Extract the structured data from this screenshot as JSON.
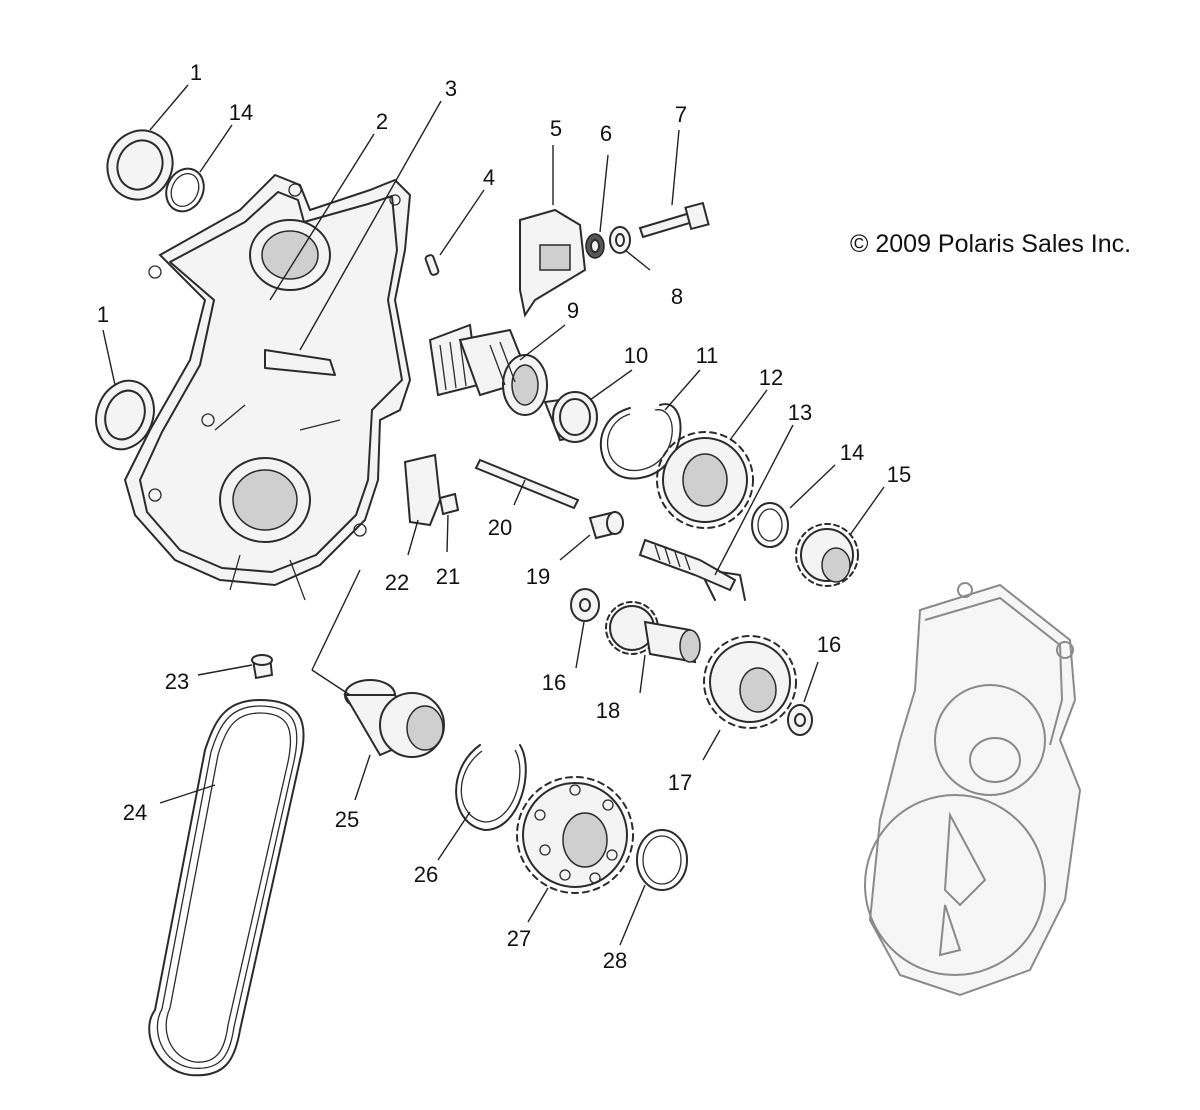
{
  "copyright": "© 2009 Polaris Sales Inc.",
  "callouts": [
    "1",
    "14",
    "2",
    "3",
    "4",
    "5",
    "6",
    "7",
    "8",
    "1",
    "9",
    "10",
    "11",
    "12",
    "13",
    "14",
    "15",
    "22",
    "21",
    "20",
    "19",
    "16",
    "18",
    "16",
    "17",
    "23",
    "24",
    "25",
    "26",
    "27",
    "28"
  ],
  "parts": [
    "case-cover",
    "gasket",
    "output-shaft",
    "dowel-pin",
    "chain-tensioner",
    "washer",
    "bolt",
    "bushing",
    "spline-shaft",
    "bearing",
    "snap-ring",
    "gear",
    "shift-fork-assembly",
    "gear",
    "thrust-washer",
    "idler-shaft",
    "shaft-spacer",
    "lock-tab",
    "screw",
    "drain-plug",
    "drive-chain",
    "sprocket",
    "retaining-ring",
    "driven-sprocket",
    "circlip",
    "assembled-case"
  ]
}
